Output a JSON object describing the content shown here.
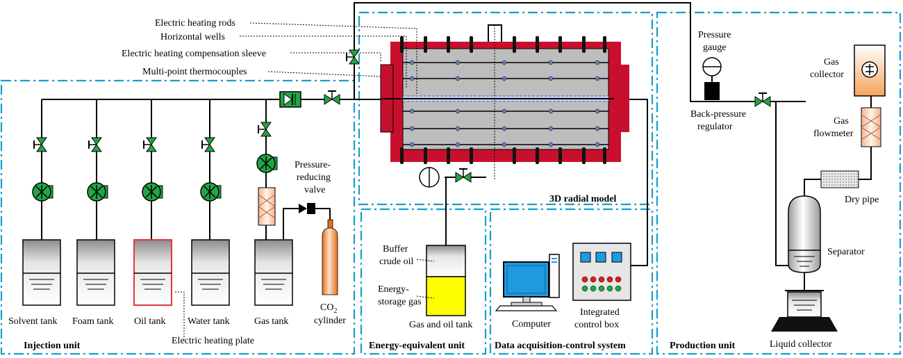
{
  "units": {
    "injection": "Injection unit",
    "energy": "Energy-equivalent unit",
    "daq": "Data acquisition-control system",
    "production": "Production unit",
    "model": "3D radial model"
  },
  "callouts": {
    "rods": "Electric heating rods",
    "wells": "Horizontal wells",
    "sleeve": "Electric heating compensation sleeve",
    "thermo": "Multi-point thermocouples"
  },
  "tanks": {
    "solvent": "Solvent tank",
    "foam": "Foam tank",
    "oil": "Oil tank",
    "water": "Water tank",
    "gas": "Gas tank"
  },
  "labels": {
    "heating_plate": "Electric heating plate",
    "prv_line1": "Pressure-",
    "prv_line2": "reducing",
    "prv_line3": "valve",
    "co2_main": "CO",
    "co2_sub": "2",
    "cylinder": "cylinder",
    "buffer_line1": "Buffer",
    "buffer_line2": "crude oil",
    "energy_line1": "Energy-",
    "energy_line2": "storage gas",
    "gas_oil_tank": "Gas and oil tank",
    "computer": "Computer",
    "control_line1": "Integrated",
    "control_line2": "control box",
    "gauge_line1": "Pressure",
    "gauge_line2": "gauge",
    "bpr_line1": "Back-pressure",
    "bpr_line2": "regulator",
    "collector_line1": "Gas",
    "collector_line2": "collector",
    "flowmeter_line1": "Gas",
    "flowmeter_line2": "flowmeter",
    "dry_pipe": "Dry pipe",
    "separator": "Separator",
    "liquid_collector": "Liquid collector"
  },
  "colors": {
    "unit_border": "#1a9bd0",
    "model_frame": "#c8102e",
    "valve_green": "#22a545",
    "oil_tank_border": "#e8323c",
    "energy_gas": "#ffff00",
    "collector_orange": "#f6a35a",
    "screen_blue": "#1e9be0"
  }
}
